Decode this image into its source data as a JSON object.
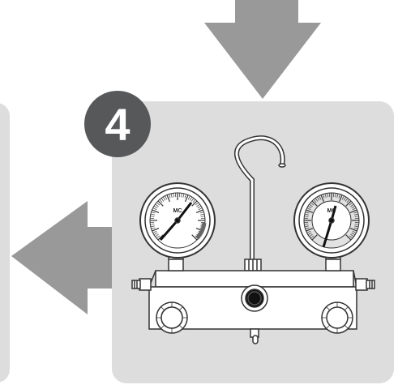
{
  "step": {
    "number": "4"
  },
  "gauges": {
    "left": {
      "label": "MC"
    },
    "right": {
      "label": "MC"
    }
  },
  "colors": {
    "arrow": "#999999",
    "panel": "#dddddd",
    "badge": "#57585a",
    "line": "#333333"
  },
  "icons": [
    "arrow-down-icon",
    "arrow-left-icon",
    "manifold-gauge-icon"
  ]
}
